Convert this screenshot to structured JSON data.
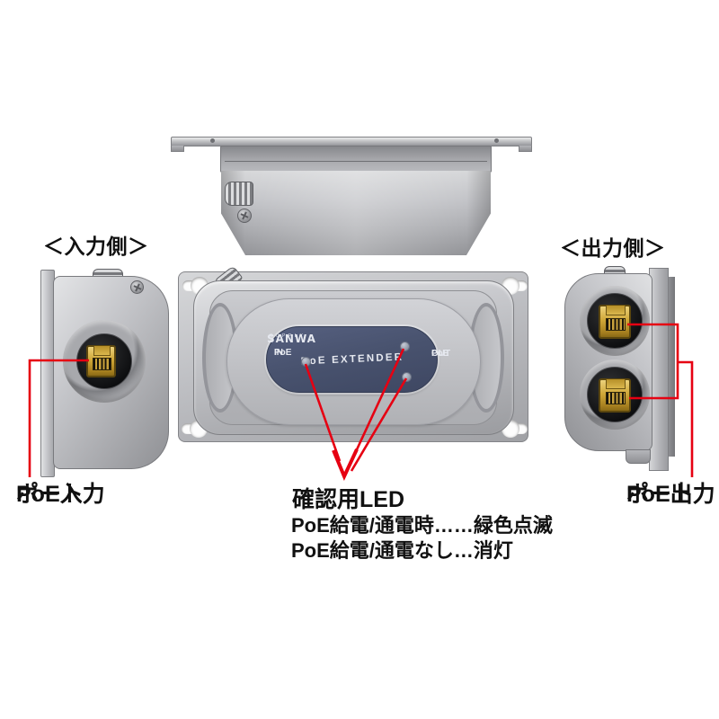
{
  "annotations": {
    "input_side_title": "＜入力側＞",
    "output_side_title": "＜出力側＞",
    "input_port_label_line1": "PoE入力",
    "input_port_label_line2": "ポート",
    "led_title": "確認用LED",
    "led_desc_line1": "PoE給電/通電時……緑色点滅",
    "led_desc_line2": "PoE給電/通電なし…消灯",
    "output_port_label_line1": "PoE出力",
    "output_port_label_line2": "ポート"
  },
  "device": {
    "brand": "SANWA",
    "brand_sub": "SUPPLY",
    "product_name": "PoE EXTENDER",
    "port_in_line1": "PoE",
    "port_in_line2": "IN",
    "port_out_line1": "PoE",
    "port_out_line2": "OUT"
  },
  "colors": {
    "background": "#ffffff",
    "annotation_red": "#e60012",
    "label_navy": "#46506e",
    "metal_gray": "#b9babe",
    "port_gold": "#c9a23c"
  }
}
